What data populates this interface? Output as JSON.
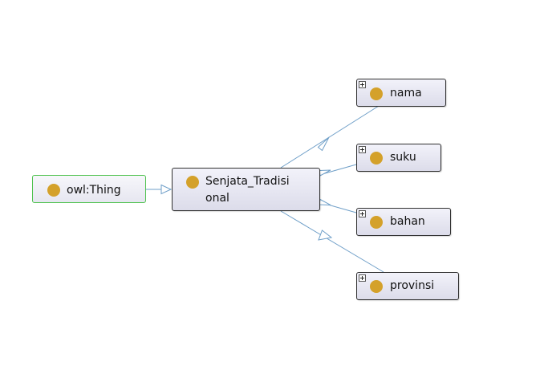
{
  "diagram": {
    "nodes": {
      "thing": {
        "label": "owl:Thing"
      },
      "senjata": {
        "label_line1": "Senjata_Tradisi",
        "label_line2": "onal"
      },
      "nama": {
        "label": "nama"
      },
      "suku": {
        "label": "suku"
      },
      "bahan": {
        "label": "bahan"
      },
      "provinsi": {
        "label": "provinsi"
      }
    },
    "colors": {
      "edge": "#6f9fc8",
      "class_dot": "#d4a12a",
      "root_border": "#4fc24f",
      "node_border": "#303030"
    },
    "icons": [
      "class-dot-icon",
      "expand-plus-icon",
      "arrowhead-icon"
    ]
  }
}
